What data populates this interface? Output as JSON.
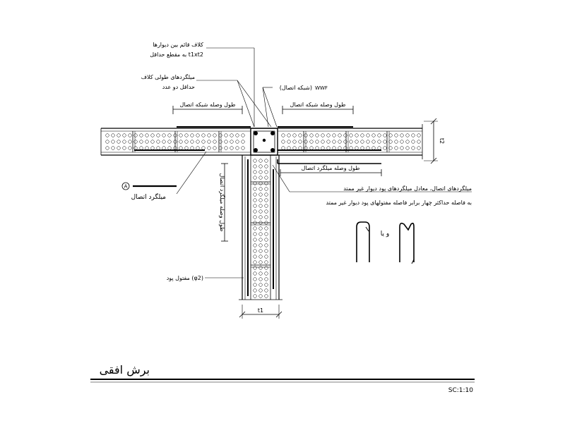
{
  "labels": {
    "tie_beam_line1": "کلاف قائم بین دیوارها",
    "tie_beam_line2": "به مقطع حداقل t1xt2",
    "vertical_rebar_line1": "میلگردهای طولی کلاف",
    "vertical_rebar_line2": "حداقل دو عدد",
    "connection_mesh": "(شبکه اتصال)",
    "wwf": "WWF",
    "mesh_lap_left": "طول وصله شبکه اتصال",
    "mesh_lap_right": "طول وصله شبکه اتصال",
    "rebar_lap_horizontal": "طول وصله میلگرد اتصال",
    "rebar_lap_vertical": "طول وصله میلگرد اتصال",
    "legend_marker": "A",
    "legend_text": "میلگرد اتصال",
    "note_line1": "میلگردهای اتصال، معادل میلگردهای پود دیوار غیر ممتد",
    "note_line2": "به فاصله حداکثر چهار برابر فاصله مفتولهای پود دیوار غیر ممتد",
    "or_text": "و یا",
    "weft_wire": "مفتول پود (φ2)",
    "dim_t2": "t2",
    "dim_t1": "t1",
    "title": "برش افقی",
    "scale": "SC:1:10"
  },
  "colors": {
    "line": "#000000",
    "background": "#ffffff"
  }
}
